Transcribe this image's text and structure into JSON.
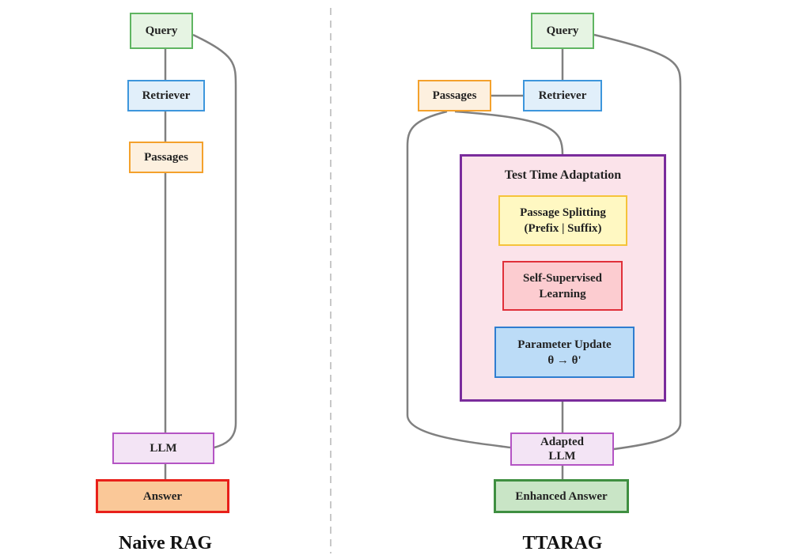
{
  "naive": {
    "query": "Query",
    "retriever": "Retriever",
    "passages": "Passages",
    "llm": "LLM",
    "answer": "Answer",
    "caption": "Naive RAG"
  },
  "ttarag": {
    "query": "Query",
    "retriever": "Retriever",
    "passages": "Passages",
    "adaptation_title": "Test Time Adaptation",
    "splitting_line1": "Passage Splitting",
    "splitting_line2": "(Prefix | Suffix)",
    "selfsup_line1": "Self-Supervised",
    "selfsup_line2": "Learning",
    "update_line1": "Parameter Update",
    "update_line2": "θ → θ'",
    "adapted_line1": "Adapted",
    "adapted_line2": "LLM",
    "answer": "Enhanced Answer",
    "caption": "TTARAG"
  },
  "colors": {
    "connector": "#808080",
    "divider": "#c8c8c8",
    "query_border": "#5fb561",
    "retriever_border": "#3d96dc",
    "passages_border": "#f4a12c",
    "llm_border": "#b454c4",
    "naive_answer_border": "#e8201a",
    "tta_answer_border": "#3f8f41",
    "tta_frame_border": "#7a2c9c"
  }
}
